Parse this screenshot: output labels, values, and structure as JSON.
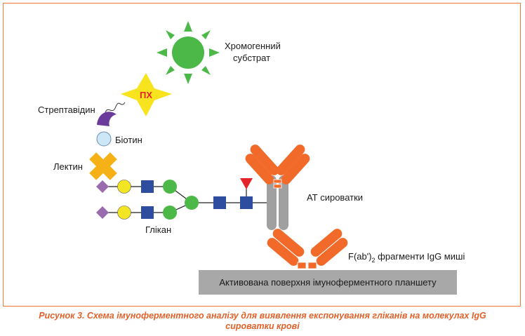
{
  "labels": {
    "substrate_line1": "Хромогенний",
    "substrate_line2": "субстрат",
    "enzyme": "ПХ",
    "streptavidin": "Стрептавідин",
    "biotin": "Біотин",
    "lectin": "Лектин",
    "glycan": "Глікан",
    "serum_ab": "АТ сироватки",
    "fragment_prefix": "F(ab')",
    "fragment_sub": "2",
    "fragment_suffix": " фрагменти IgG миші",
    "plate": "Активована поверхня імуноферментного планшету"
  },
  "caption": {
    "line1": "Рисунок 3. Схема імуноферментного аналізу для виявлення експонування гліканів на молекулах IgG",
    "line2": "сироватки крові"
  },
  "colors": {
    "frame": "#f07a3a",
    "caption": "#e0612a",
    "sun": "#4cb848",
    "enzyme_star": "#f7e31e",
    "enzyme_text": "#e3242b",
    "streptavidin": "#6a3b9b",
    "biotin": "#cde7f7",
    "lectin": "#f6b117",
    "galactose_circle": "#f2e524",
    "mannose_circle": "#4cb848",
    "glcnac_square": "#2f4d9e",
    "sialic_diamond": "#9b6bb0",
    "fucose_triangle": "#e3242b",
    "antibody_orange": "#f26a2a",
    "antibody_gray": "#a0a0a0",
    "plate": "#a8a8a8"
  }
}
